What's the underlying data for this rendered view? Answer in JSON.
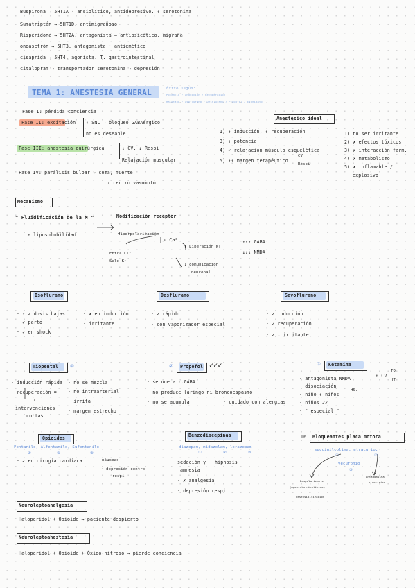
{
  "lines": [
    {
      "id": "l1",
      "text": "Buspirona → 5HT1A · ansiolítico, antidepresivo. ↑ serotonina"
    },
    {
      "id": "l2",
      "text": "Sumatriptán → 5HT1D. antimigrañoso"
    },
    {
      "id": "l3",
      "text": "Risperidona → 5HT2A. antagonista → antipsicótico, migraña"
    },
    {
      "id": "l4",
      "text": "ondasetrón → 5HT3. antagonista · antiemético"
    },
    {
      "id": "l5",
      "text": "cisaprida → 5HT4. agonista. T. gastrointestinal"
    },
    {
      "id": "l6",
      "text": "citalopram → transportador serotonina → depresión"
    },
    {
      "id": "title",
      "text": "TEMA 1: ANESTESIA GENERAL"
    },
    {
      "id": "sub1",
      "text": "Éxito según:"
    },
    {
      "id": "sub2",
      "text": "Potencia / Inducción / Recuperación"
    },
    {
      "id": "sub3",
      "text": "Halotano / Isoflurano / Desflurano / Propofol / Etomidato"
    },
    {
      "id": "f1",
      "text": "Fase I: pérdida conciencia"
    },
    {
      "id": "f2",
      "text": "Fase II: excitación"
    },
    {
      "id": "f2a",
      "text": "↑ SNC → bloqueo GABAérgico"
    },
    {
      "id": "f2b",
      "text": "no es deseable"
    },
    {
      "id": "f3",
      "text": "Fase III: anestesia quirúrgica"
    },
    {
      "id": "f3a",
      "text": "↓ CV, ↓ Respi"
    },
    {
      "id": "f3b",
      "text": "Relajación muscular"
    },
    {
      "id": "f4",
      "text": "Fase IV: parálisis bulbar → coma, muerte"
    },
    {
      "id": "f4b",
      "text": "↓ centro vasomotor"
    },
    {
      "id": "ai",
      "text": "Anestésico ideal"
    },
    {
      "id": "ai1",
      "text": "1) ↑ inducción, ↑ recuperación"
    },
    {
      "id": "ai2",
      "text": "3) ↑ potencia"
    },
    {
      "id": "ai3",
      "text": "4) ✓ relajación músculo esquelética"
    },
    {
      "id": "ai4",
      "text": "5) ↑↑ margen terapéutico"
    },
    {
      "id": "ai4a",
      "text": "CV"
    },
    {
      "id": "ai4b",
      "text": "Respi"
    },
    {
      "id": "ai5",
      "text": "1) no ser irritante"
    },
    {
      "id": "ai6",
      "text": "2) ✗ efectos tóxicos"
    },
    {
      "id": "ai7",
      "text": "3) ✗ interacción farm."
    },
    {
      "id": "ai8",
      "text": "4) ✗ metabolismo"
    },
    {
      "id": "ai9",
      "text": "5) ✗ inflamable /"
    },
    {
      "id": "ai10",
      "text": "explosivo"
    },
    {
      "id": "mec",
      "text": "Mecanismo"
    },
    {
      "id": "m1",
      "text": "\" Fluidificación de la M \""
    },
    {
      "id": "m2",
      "text": "Modificación receptor"
    },
    {
      "id": "m3",
      "text": "↑ liposolubilidad"
    },
    {
      "id": "m4",
      "text": "Hiperpolarización"
    },
    {
      "id": "m5",
      "text": "↓ Ca²⁺"
    },
    {
      "id": "m6",
      "text": "Entra Cl⁻"
    },
    {
      "id": "m7",
      "text": "Sale K⁺"
    },
    {
      "id": "m8",
      "text": "↓ Liberación NT"
    },
    {
      "id": "m9",
      "text": "↓ comunicación"
    },
    {
      "id": "m10",
      "text": "neuronal"
    },
    {
      "id": "m11",
      "text": "↑↑↑ GABA"
    },
    {
      "id": "m12",
      "text": "↓↓↓ NMDA"
    },
    {
      "id": "iso",
      "text": "Isoflurano"
    },
    {
      "id": "iso1",
      "text": "· ↑ ✓ dosis bajas"
    },
    {
      "id": "iso2",
      "text": "· ✓ parto"
    },
    {
      "id": "iso3",
      "text": "· ✓ en shock"
    },
    {
      "id": "iso4",
      "text": "· ✗ en inducción"
    },
    {
      "id": "iso5",
      "text": "· irritante"
    },
    {
      "id": "des",
      "text": "Desflurano"
    },
    {
      "id": "des1",
      "text": "· ✓ rápido"
    },
    {
      "id": "des2",
      "text": "· con vaporizador especial"
    },
    {
      "id": "sev",
      "text": "Sevoflurano"
    },
    {
      "id": "sev1",
      "text": "· ✓ inducción"
    },
    {
      "id": "sev2",
      "text": "· ✓ recuperación"
    },
    {
      "id": "sev3",
      "text": "· ✓ ↓ irritante"
    },
    {
      "id": "tio",
      "text": "Tiopental"
    },
    {
      "id": "tion",
      "text": "①"
    },
    {
      "id": "tio1",
      "text": "· inducción rápida"
    },
    {
      "id": "tio2",
      "text": "· recuperación ="
    },
    {
      "id": "tio3",
      "text": "↓"
    },
    {
      "id": "tio4",
      "text": "intervenciones"
    },
    {
      "id": "tio5",
      "text": "cortas"
    },
    {
      "id": "tio6",
      "text": "· no se mezcla"
    },
    {
      "id": "tio7",
      "text": "· no intraarterial"
    },
    {
      "id": "tio8",
      "text": "· irrita"
    },
    {
      "id": "tio9",
      "text": "· margen estrecho"
    },
    {
      "id": "prn",
      "text": "②"
    },
    {
      "id": "pro",
      "text": "Propofol"
    },
    {
      "id": "prochk",
      "text": "✓✓✓"
    },
    {
      "id": "pro1",
      "text": "· se une a r.GABA"
    },
    {
      "id": "pro2",
      "text": "· no produce laringo ni broncoespasmo"
    },
    {
      "id": "pro3",
      "text": "· no se acumula"
    },
    {
      "id": "pro4",
      "text": "· cuidado con alergias"
    },
    {
      "id": "ktn",
      "text": "③"
    },
    {
      "id": "ket",
      "text": "Ketamina"
    },
    {
      "id": "ket1",
      "text": "· antagonista NMDA"
    },
    {
      "id": "ket2",
      "text": "· disociación"
    },
    {
      "id": "ket3",
      "text": "· niño ↑ niños"
    },
    {
      "id": "ket4",
      "text": "· niños ✓✓"
    },
    {
      "id": "ket5",
      "text": "· \" especial \""
    },
    {
      "id": "ket6",
      "text": "↑ CV"
    },
    {
      "id": "ket7",
      "text": "TQ"
    },
    {
      "id": "ket8",
      "text": "HT"
    },
    {
      "id": "ket9",
      "text": "HS."
    },
    {
      "id": "opi",
      "text": "Opioides"
    },
    {
      "id": "opi1",
      "text": "Fentanilo, Alfentanilo, Sufentanilo"
    },
    {
      "id": "opi1a",
      "text": "①"
    },
    {
      "id": "opi1b",
      "text": "②"
    },
    {
      "id": "opi1c",
      "text": "③"
    },
    {
      "id": "opi2",
      "text": "· ✓ en cirugía cardíaca"
    },
    {
      "id": "opi3",
      "text": "· náuseas"
    },
    {
      "id": "opi4",
      "text": "· depresión centro"
    },
    {
      "id": "opi5",
      "text": "respi"
    },
    {
      "id": "ben",
      "text": "Benzodiacepinas"
    },
    {
      "id": "ben1",
      "text": "diazepam, midazolam, lorazepam"
    },
    {
      "id": "ben1a",
      "text": "①"
    },
    {
      "id": "ben1b",
      "text": "②"
    },
    {
      "id": "ben1c",
      "text": "③"
    },
    {
      "id": "ben2",
      "text": "sedación y"
    },
    {
      "id": "ben3",
      "text": "amnesia"
    },
    {
      "id": "ben4",
      "text": "hipnosis"
    },
    {
      "id": "ben5",
      "text": "· ✗ analgesia"
    },
    {
      "id": "ben6",
      "text": "· depresión respi"
    },
    {
      "id": "bl",
      "text": "Bloqueantes placa motora"
    },
    {
      "id": "blt",
      "text": "T6"
    },
    {
      "id": "bl1",
      "text": "succinilcolina, atracurio,"
    },
    {
      "id": "bl1a",
      "text": "①"
    },
    {
      "id": "bl1b",
      "text": "②"
    },
    {
      "id": "bl2",
      "text": "vecuronio"
    },
    {
      "id": "bl2a",
      "text": "③"
    },
    {
      "id": "bl3",
      "text": "Despolarizante"
    },
    {
      "id": "bl4",
      "text": "(agonista nicotínico)"
    },
    {
      "id": "bl5",
      "text": "↓"
    },
    {
      "id": "bl6",
      "text": "desensibilización"
    },
    {
      "id": "bl7",
      "text": "Antagonista"
    },
    {
      "id": "bl8",
      "text": "nicotínico"
    },
    {
      "id": "nla",
      "text": "Neuroleptoanalgesia"
    },
    {
      "id": "nla1",
      "text": "Haloperidol + Opioide → paciente despierto"
    },
    {
      "id": "nle",
      "text": "Neuroleptoanestesia"
    },
    {
      "id": "nle1",
      "text": "Haloperidol + Opioide + Óxido nitroso → pierde conciencia"
    }
  ],
  "colors": {
    "blue": "#5b88d6",
    "highlight_blue": "#c9dbf6",
    "highlight_red": "#f6a98f",
    "highlight_green": "#b9e3a8"
  }
}
